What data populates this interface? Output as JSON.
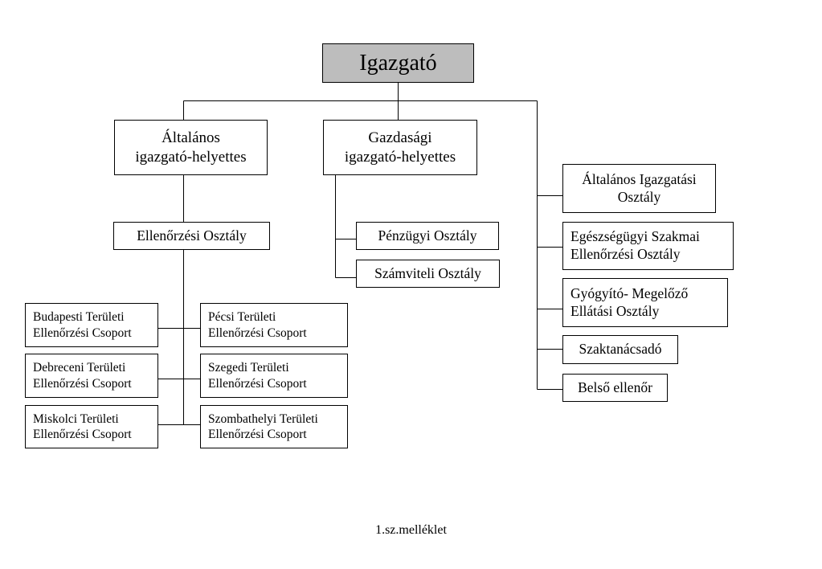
{
  "diagram": {
    "root": {
      "label": "Igazgató"
    },
    "deputies": {
      "general": {
        "label": "Általános\nigazgató-helyettes"
      },
      "economic": {
        "label": "Gazdasági\nigazgató-helyettes"
      }
    },
    "control_department": {
      "label": "Ellenőrzési Osztály"
    },
    "finance_departments": {
      "finance": {
        "label": "Pénzügyi Osztály"
      },
      "accounting": {
        "label": "Számviteli Osztály"
      }
    },
    "regional_groups": {
      "budapest": {
        "label": "Budapesti Területi\nEllenőrzési Csoport"
      },
      "debrecen": {
        "label": "Debreceni Területi\nEllenőrzési Csoport"
      },
      "miskolc": {
        "label": "Miskolci Területi\nEllenőrzési Csoport"
      },
      "pecs": {
        "label": "Pécsi Területi\nEllenőrzési Csoport"
      },
      "szeged": {
        "label": "Szegedi Területi\nEllenőrzési Csoport"
      },
      "szombathely": {
        "label": "Szombathelyi Területi\nEllenőrzési Csoport"
      }
    },
    "direct_units": {
      "general_admin": {
        "label": "Általános Igazgatási\nOsztály"
      },
      "health_professional": {
        "label": "Egészségügyi Szakmai\nEllenőrzési Osztály"
      },
      "curative_preventive": {
        "label": "Gyógyító- Megelőző\nEllátási Osztály"
      },
      "advisor": {
        "label": "Szaktanácsadó"
      },
      "internal_auditor": {
        "label": "Belső ellenőr"
      }
    },
    "caption": "1.sz.melléklet"
  }
}
